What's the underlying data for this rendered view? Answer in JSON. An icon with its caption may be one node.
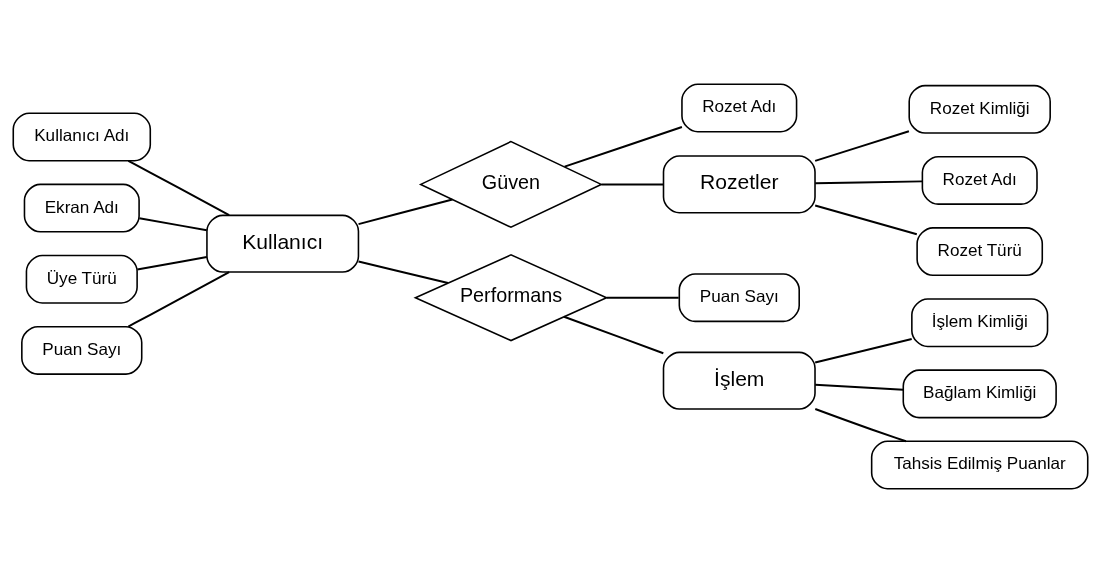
{
  "diagram": {
    "nodes": [
      {
        "text": [
          "Rozet Adı"
        ]
      },
      {
        "text": [
          "Kullanıcı Adı"
        ]
      },
      {
        "text": [
          "Kullanıcı"
        ]
      },
      {
        "text": [
          "Güven"
        ]
      },
      {
        "text": [
          "Rozetler"
        ]
      },
      {
        "text": [
          "Rozet Kimliği"
        ]
      },
      {
        "text": [
          "Rozet Adı"
        ]
      },
      {
        "text": [
          "Ekran Adı"
        ]
      },
      {
        "text": [
          "Üye Türü"
        ]
      },
      {
        "text": [
          "Rozet Türü"
        ]
      },
      {
        "text": [
          "Puan Sayı"
        ]
      },
      {
        "text": [
          "Performans"
        ]
      },
      {
        "text": [
          "Puan Sayı"
        ]
      },
      {
        "text": [
          "İşlem"
        ]
      },
      {
        "text": [
          "İşlem Kimliği"
        ]
      },
      {
        "text": [
          "Bağlam Kimliği"
        ]
      },
      {
        "text": [
          "Tahsis Edilmiş Puanlar"
        ]
      }
    ],
    "edges": [
      {
        "from": 1,
        "to": 2,
        "arrow": "none"
      },
      {
        "from": 7,
        "to": 2,
        "arrow": "none"
      },
      {
        "from": 8,
        "to": 2,
        "arrow": "none"
      },
      {
        "from": 10,
        "to": 2,
        "arrow": "none"
      },
      {
        "from": 2,
        "to": 3,
        "arrow": "none"
      },
      {
        "from": 3,
        "to": 0,
        "arrow": "none"
      },
      {
        "from": 3,
        "to": 4,
        "arrow": "none"
      },
      {
        "from": 4,
        "to": 5,
        "arrow": "none"
      },
      {
        "from": 4,
        "to": 6,
        "arrow": "none"
      },
      {
        "from": 4,
        "to": 9,
        "arrow": "none"
      },
      {
        "from": 2,
        "to": 11,
        "arrow": "none"
      },
      {
        "from": 11,
        "to": 12,
        "arrow": "none"
      },
      {
        "from": 11,
        "to": 13,
        "arrow": "none"
      },
      {
        "from": 13,
        "to": 14,
        "arrow": "none"
      },
      {
        "from": 13,
        "to": 15,
        "arrow": "none"
      },
      {
        "from": 13,
        "to": 16,
        "arrow": "none"
      }
    ]
  }
}
